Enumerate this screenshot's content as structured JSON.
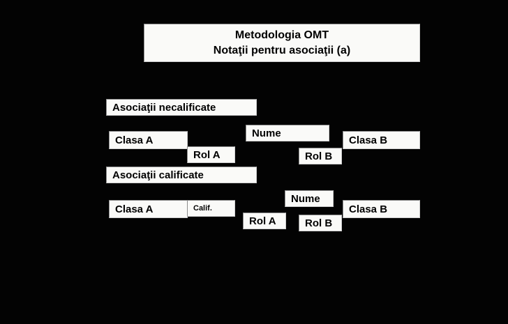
{
  "diagram": {
    "title": {
      "line1": "Metodologia OMT",
      "line2": "Notaţii pentru asociaţii (a)"
    },
    "background_color": "#030303",
    "box_fill_color": "#fafaf8",
    "text_color": "#000000",
    "sections": [
      {
        "id": "unqualified",
        "label": "Asociaţii necalificate",
        "nodes": [
          {
            "id": "u-clasa-a",
            "label": "Clasa A",
            "role": "class"
          },
          {
            "id": "u-rol-a",
            "label": "Rol A",
            "role": "role"
          },
          {
            "id": "u-nume",
            "label": "Nume",
            "role": "association-name"
          },
          {
            "id": "u-rol-b",
            "label": "Rol B",
            "role": "role"
          },
          {
            "id": "u-clasa-b",
            "label": "Clasa B",
            "role": "class"
          }
        ]
      },
      {
        "id": "qualified",
        "label": "Asociaţii calificate",
        "nodes": [
          {
            "id": "q-clasa-a",
            "label": "Clasa A",
            "role": "class"
          },
          {
            "id": "q-calif",
            "label": "Calif.",
            "role": "qualifier"
          },
          {
            "id": "q-rol-a",
            "label": "Rol A",
            "role": "role"
          },
          {
            "id": "q-nume",
            "label": "Nume",
            "role": "association-name"
          },
          {
            "id": "q-rol-b",
            "label": "Rol B",
            "role": "role"
          },
          {
            "id": "q-clasa-b",
            "label": "Clasa B",
            "role": "class"
          }
        ]
      }
    ]
  }
}
